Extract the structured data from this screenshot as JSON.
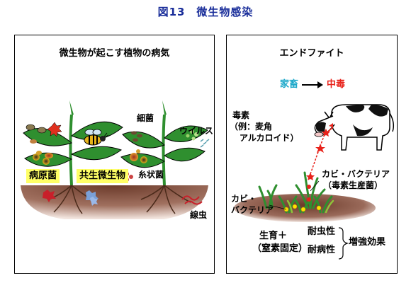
{
  "figure": {
    "title": "図13　微生物感染"
  },
  "left_panel": {
    "title": "微生物が起こす植物の病気",
    "labels": {
      "pathogen": "病原菌",
      "symbiont": "共生微生物",
      "bacteria": "細菌",
      "virus": "ウイルス",
      "filamentous_fungi": "糸状菌",
      "nematode": "線虫"
    }
  },
  "right_panel": {
    "title": "エンドファイト",
    "livestock": "家畜",
    "poisoning": "中毒",
    "toxin": {
      "line1": "毒素",
      "line2": "（例：麦角",
      "line3": "アルカロイド）"
    },
    "toxin_producer": {
      "line1": "カビ・バクテリア",
      "line2": "（毒素生産菌）"
    },
    "microbes": {
      "line1": "カビ・",
      "line2": "バクテリア"
    },
    "growth": {
      "line1": "生育＋",
      "line2": "（窒素固定）"
    },
    "insect_resistance": "耐虫性",
    "disease_resistance": "耐病性",
    "enhancement": "増強効果"
  },
  "colors": {
    "title_blue": "#1a2e9a",
    "livestock_cyan": "#1aa7c9",
    "poison_red": "#e8221a",
    "leaf_green": "#2f8f2f",
    "soil_brown": "#6b3a2a",
    "highlight_yellow": "#ffff66"
  }
}
